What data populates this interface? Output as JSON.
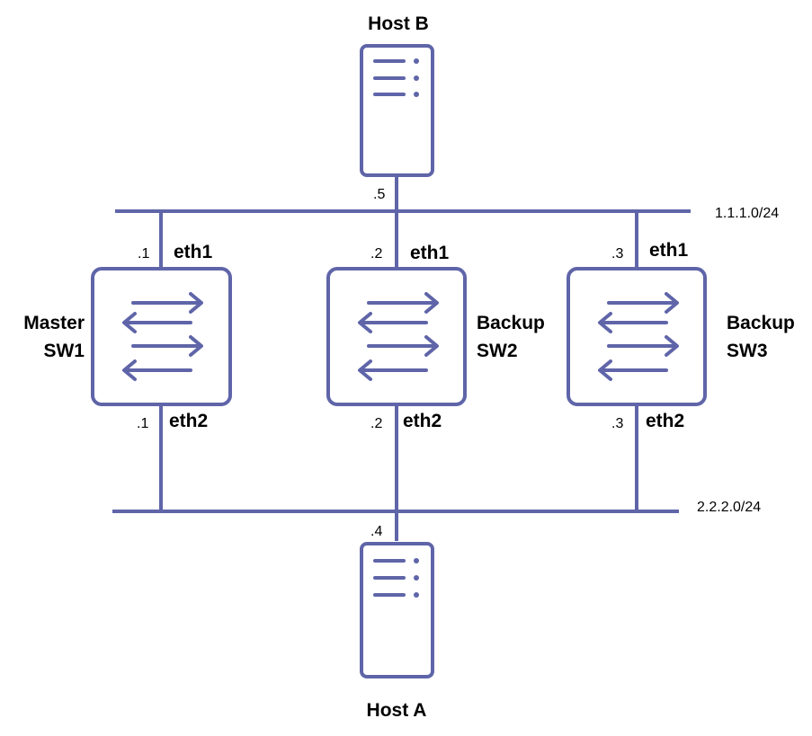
{
  "colors": {
    "stroke": "#5f65a8",
    "text": "#000000",
    "background": "#ffffff"
  },
  "networks": {
    "top": {
      "subnet": "1.1.1.0/24"
    },
    "bottom": {
      "subnet": "2.2.2.0/24"
    }
  },
  "hosts": {
    "host_b": {
      "label": "Host B",
      "addr": ".5",
      "icon": "server-icon"
    },
    "host_a": {
      "label": "Host A",
      "addr": ".4",
      "icon": "server-icon"
    }
  },
  "switches": {
    "sw1": {
      "role": "Master",
      "name": "SW1",
      "eth1_label": "eth1",
      "eth1_addr": ".1",
      "eth2_label": "eth2",
      "eth2_addr": ".1",
      "icon": "switch-icon"
    },
    "sw2": {
      "role": "Backup",
      "name": "SW2",
      "eth1_label": "eth1",
      "eth1_addr": ".2",
      "eth2_label": "eth2",
      "eth2_addr": ".2",
      "icon": "switch-icon"
    },
    "sw3": {
      "role": "Backup",
      "name": "SW3",
      "eth1_label": "eth1",
      "eth1_addr": ".3",
      "eth2_label": "eth2",
      "eth2_addr": ".3",
      "icon": "switch-icon"
    }
  }
}
